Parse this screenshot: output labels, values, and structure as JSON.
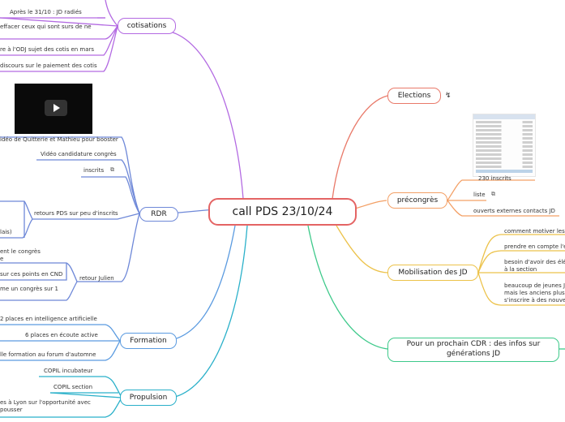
{
  "central": "call PDS 23/10/24",
  "branches": {
    "cotisations": {
      "label": "cotisations",
      "items": [
        "Après le 31/10 : JD radiés",
        "effacer ceux qui sont surs de ne",
        "re à l'ODJ sujet des cotis en mars",
        "discours sur le paiement des cotis"
      ]
    },
    "rdr": {
      "label": "RDR",
      "video_caption": "idéo de Quitterie et Mathieu pour booster",
      "items": [
        "Vidéo candidature congrès",
        "inscrits",
        "retours PDS sur peu d'inscrits",
        "retour Julien"
      ],
      "sub_items": [
        "lais)",
        "ent le congrès",
        "e",
        "sur ces points en CND",
        "me un congrès sur 1"
      ]
    },
    "formation": {
      "label": "Formation",
      "items": [
        "2 places en intelligence artificielle",
        "6 places en écoute active",
        "lle formation au forum d'automne"
      ]
    },
    "propulsion": {
      "label": "Propulsion",
      "items": [
        "COPIL incubateur",
        "COPIL section",
        "es à Lyon sur l'opportunité avec",
        "pousser"
      ]
    },
    "elections": {
      "label": "Elections"
    },
    "precongres": {
      "label": "précongrès",
      "items": [
        "230 inscrits",
        "liste",
        "ouverts externes contacts JD"
      ]
    },
    "mobilisation": {
      "label": "Mobilisation des JD",
      "items": [
        "comment motiver les J",
        "prendre en compte l'e",
        "besoin d'avoir des élé",
        "à la section",
        "beaucoup de jeunes J",
        "mais les anciens plus d",
        "s'inscrire à des nouvea"
      ]
    },
    "prochain_cdr": {
      "label": "Pour un prochain CDR : des infos sur générations JD"
    }
  },
  "colors": {
    "central_border": "#e46464",
    "cotisations": "#b36ae2",
    "rdr": "#6e88d8",
    "formation": "#5b9be0",
    "propulsion": "#29b0c9",
    "elections": "#e97a6a",
    "precongres": "#f3a066",
    "mobilisation": "#ecc24a",
    "prochain_cdr": "#3dc98a"
  },
  "icons": {
    "external_link": "external-link-icon",
    "video_play": "play-icon",
    "elections_marker": "arrow-icon"
  }
}
